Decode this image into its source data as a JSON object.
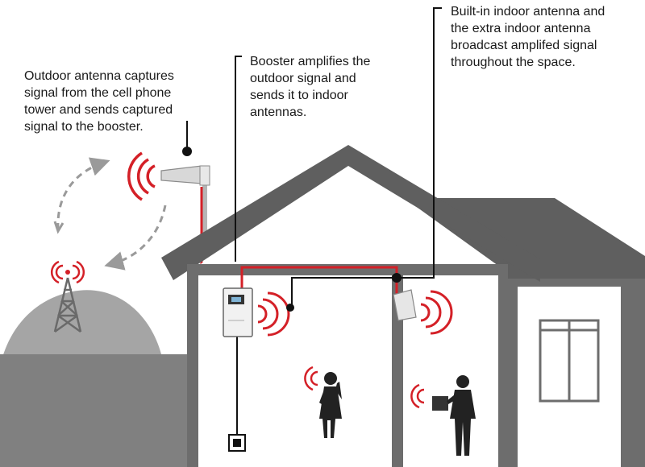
{
  "captions": {
    "outdoor_antenna": "Outdoor antenna captures\nsignal from the cell phone\ntower and sends captured\nsignal to the booster.",
    "booster": "Booster amplifies the\noutdoor signal and\nsends it to indoor\nantennas.",
    "indoor_antenna": "Built-in indoor antenna and\nthe extra indoor antenna\nbroadcast amplifed signal\nthroughout the space."
  },
  "colors": {
    "signal_red": "#d42027",
    "cable_red": "#d42027",
    "house_gray": "#6d6d6d",
    "roof_gray": "#5f5f5f",
    "wall_fill": "#ffffff",
    "ground_gray": "#808080",
    "hill_gray": "#a5a5a5",
    "leader_black": "#111111",
    "text": "#1a1a1a"
  },
  "icons": [
    "cell-tower-icon",
    "outdoor-antenna-icon",
    "signal-booster-icon",
    "indoor-antenna-icon",
    "ceiling-antenna-icon",
    "person-on-phone-icon",
    "person-with-tablet-icon",
    "signal-waves-icon",
    "dashed-arrow-icon"
  ]
}
